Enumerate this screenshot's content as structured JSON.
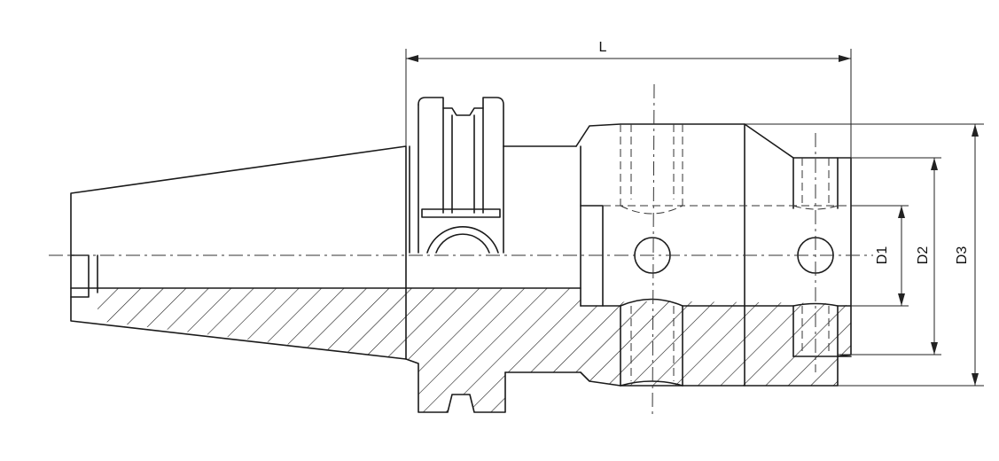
{
  "dimensions": {
    "L": "L",
    "D1": "D1",
    "D2": "D2",
    "D3": "D3"
  },
  "colors": {
    "stroke": "#1a1a1a",
    "background": "#ffffff"
  }
}
